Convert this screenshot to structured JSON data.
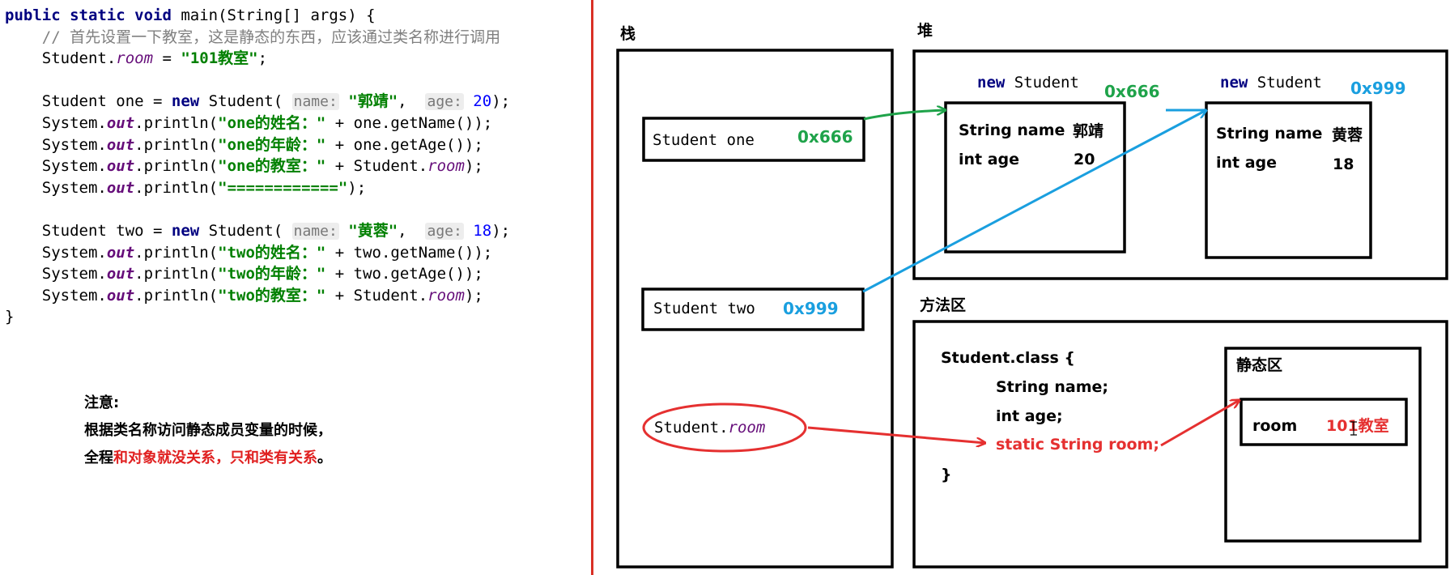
{
  "code": {
    "lines": [
      [
        {
          "t": "public static void",
          "c": "kw"
        },
        {
          "t": " main(String[] args) {"
        }
      ],
      [
        {
          "t": "    "
        },
        {
          "t": "// 首先设置一下教室，这是静态的东西，应该通过类名称进行调用",
          "c": "cmt"
        }
      ],
      [
        {
          "t": "    Student."
        },
        {
          "t": "room",
          "c": "fld"
        },
        {
          "t": " = "
        },
        {
          "t": "\"101教室\"",
          "c": "str"
        },
        {
          "t": ";"
        }
      ],
      [
        {
          "t": " "
        }
      ],
      [
        {
          "t": "    Student one = "
        },
        {
          "t": "new",
          "c": "kw"
        },
        {
          "t": " Student( "
        },
        {
          "t": "name:",
          "c": "hint"
        },
        {
          "t": " "
        },
        {
          "t": "\"郭靖\"",
          "c": "str"
        },
        {
          "t": ",  "
        },
        {
          "t": "age:",
          "c": "hint"
        },
        {
          "t": " "
        },
        {
          "t": "20",
          "c": "num"
        },
        {
          "t": ");"
        }
      ],
      [
        {
          "t": "    System."
        },
        {
          "t": "out",
          "c": "fld kw"
        },
        {
          "t": ".println("
        },
        {
          "t": "\"one的姓名：\"",
          "c": "str"
        },
        {
          "t": " + one.getName());"
        }
      ],
      [
        {
          "t": "    System."
        },
        {
          "t": "out",
          "c": "fld kw"
        },
        {
          "t": ".println("
        },
        {
          "t": "\"one的年龄：\"",
          "c": "str"
        },
        {
          "t": " + one.getAge());"
        }
      ],
      [
        {
          "t": "    System."
        },
        {
          "t": "out",
          "c": "fld kw"
        },
        {
          "t": ".println("
        },
        {
          "t": "\"one的教室：\"",
          "c": "str"
        },
        {
          "t": " + Student."
        },
        {
          "t": "room",
          "c": "fld"
        },
        {
          "t": ");"
        }
      ],
      [
        {
          "t": "    System."
        },
        {
          "t": "out",
          "c": "fld kw"
        },
        {
          "t": ".println("
        },
        {
          "t": "\"============\"",
          "c": "str"
        },
        {
          "t": ");"
        }
      ],
      [
        {
          "t": " "
        }
      ],
      [
        {
          "t": "    Student two = "
        },
        {
          "t": "new",
          "c": "kw"
        },
        {
          "t": " Student( "
        },
        {
          "t": "name:",
          "c": "hint"
        },
        {
          "t": " "
        },
        {
          "t": "\"黄蓉\"",
          "c": "str"
        },
        {
          "t": ",  "
        },
        {
          "t": "age:",
          "c": "hint"
        },
        {
          "t": " "
        },
        {
          "t": "18",
          "c": "num"
        },
        {
          "t": ");"
        }
      ],
      [
        {
          "t": "    System."
        },
        {
          "t": "out",
          "c": "fld kw"
        },
        {
          "t": ".println("
        },
        {
          "t": "\"two的姓名：\"",
          "c": "str"
        },
        {
          "t": " + two.getName());"
        }
      ],
      [
        {
          "t": "    System."
        },
        {
          "t": "out",
          "c": "fld kw"
        },
        {
          "t": ".println("
        },
        {
          "t": "\"two的年龄：\"",
          "c": "str"
        },
        {
          "t": " + two.getAge());"
        }
      ],
      [
        {
          "t": "    System."
        },
        {
          "t": "out",
          "c": "fld kw"
        },
        {
          "t": ".println("
        },
        {
          "t": "\"two的教室：\"",
          "c": "str"
        },
        {
          "t": " + Student."
        },
        {
          "t": "room",
          "c": "fld"
        },
        {
          "t": ");"
        }
      ],
      [
        {
          "t": "}"
        }
      ]
    ]
  },
  "note": {
    "title": "注意:",
    "line1": "根据类名称访问静态成员变量的时候，",
    "line2_black": "全程",
    "line2_red": "和对象就没关系，只和类有关系",
    "line2_end": "。"
  },
  "diagram": {
    "stack_label": "栈",
    "heap_label": "堆",
    "method_area_label": "方法区",
    "stack_one_label": "Student one",
    "stack_one_addr": "0x666",
    "stack_two_label": "Student two",
    "stack_two_addr": "0x999",
    "stack_room_prefix": "Student.",
    "stack_room_field": "room",
    "obj1": {
      "title_kw": "new",
      "title": " Student",
      "addr": "0x666",
      "field1": "String name",
      "value1": "郭靖",
      "field2": "int age",
      "value2": "20"
    },
    "obj2": {
      "title_kw": "new",
      "title": " Student",
      "addr": "0x999",
      "field1": "String name",
      "value1": "黄蓉",
      "field2": "int age",
      "value2": "18"
    },
    "class_def": {
      "header": "Student.class {",
      "field1": "String name;",
      "field2": "int age;",
      "field3": "static String room;",
      "close": "}"
    },
    "static_area_label": "静态区",
    "room_label": "room",
    "room_value": "101教室",
    "colors": {
      "green": "#1fa34a",
      "blue": "#1a9fdf",
      "red": "#e53030",
      "keyword": "#000080"
    }
  }
}
